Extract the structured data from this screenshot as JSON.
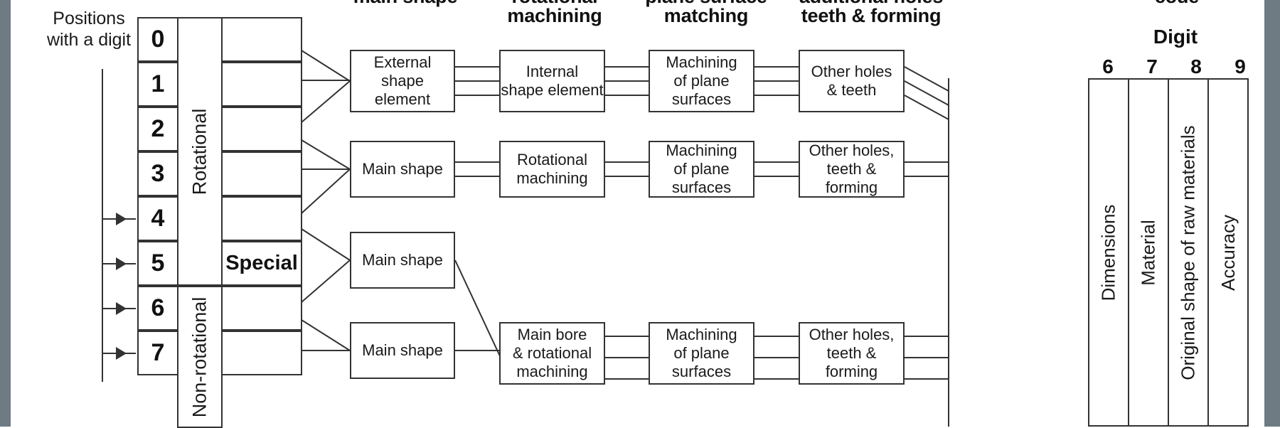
{
  "meta": {
    "accent_bar_color": "#6e7b83",
    "line_color": "#333333",
    "text_color": "#1a1a1a"
  },
  "left_caption": {
    "line1": "Positions",
    "line2": "with a digit"
  },
  "digit_table": {
    "rows": [
      {
        "digit": "0",
        "has_arrow": false
      },
      {
        "digit": "1",
        "has_arrow": false
      },
      {
        "digit": "2",
        "has_arrow": false
      },
      {
        "digit": "3",
        "has_arrow": false
      },
      {
        "digit": "4",
        "has_arrow": true
      },
      {
        "digit": "5",
        "has_arrow": true
      },
      {
        "digit": "6",
        "has_arrow": true
      },
      {
        "digit": "7",
        "has_arrow": true
      }
    ],
    "categories": [
      {
        "label": "Rotational"
      },
      {
        "label": "Non-rotational"
      }
    ],
    "special_label": "Special"
  },
  "column_headers": [
    {
      "line1": "main shape",
      "line2": ""
    },
    {
      "line1": "rotational",
      "line2": "machining"
    },
    {
      "line1": "plane surface",
      "line2": "matching"
    },
    {
      "line1": "additional holes",
      "line2": "teeth & forming"
    },
    {
      "line1": "code",
      "line2": ""
    }
  ],
  "process_rows": [
    {
      "boxes": [
        "External\nshape element",
        "Internal\nshape element",
        "Machining\nof plane\nsurfaces",
        "Other holes\n& teeth"
      ]
    },
    {
      "boxes": [
        "Main shape",
        "Rotational\nmachining",
        "Machining\nof plane\nsurfaces",
        "Other holes,\nteeth & forming"
      ]
    },
    {
      "boxes": [
        "Main shape"
      ]
    },
    {
      "boxes": [
        "Main shape",
        "Main bore\n& rotational\nmachining",
        "Machining\nof plane\nsurfaces",
        "Other holes,\nteeth & forming"
      ]
    }
  ],
  "code_table": {
    "header": "Digit",
    "columns": [
      {
        "digit": "6",
        "label": "Dimensions"
      },
      {
        "digit": "7",
        "label": "Material"
      },
      {
        "digit": "8",
        "label": "Original shape of raw materials"
      },
      {
        "digit": "9",
        "label": "Accuracy"
      }
    ]
  }
}
